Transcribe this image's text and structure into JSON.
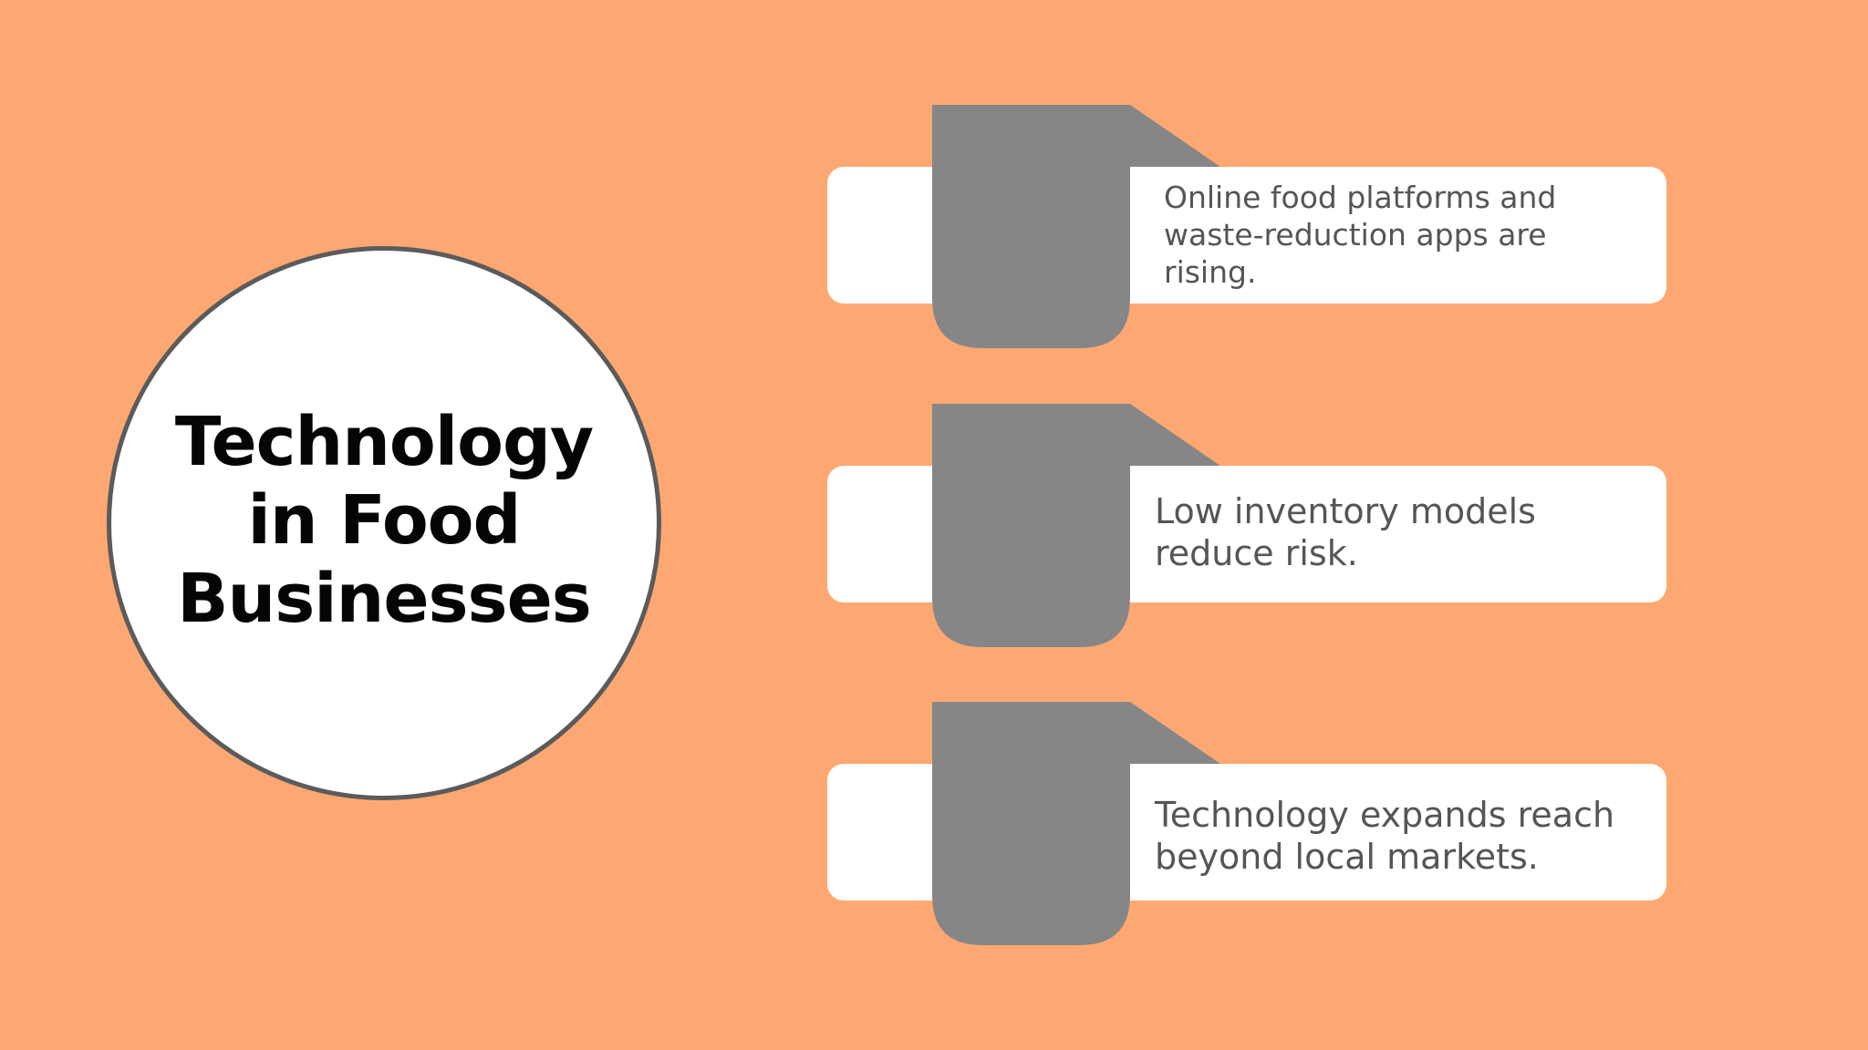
{
  "slide": {
    "background_color": "#fda872",
    "title": "Technology in Food Businesses",
    "title_lines": [
      "Technology",
      "in Food",
      "Businesses"
    ]
  },
  "colors": {
    "card": "#ffffff",
    "tab": "#868686",
    "text": "#555555",
    "title": "#050505",
    "circle_border": "#5b5b5b"
  },
  "items": [
    {
      "text": "Online food platforms and waste-reduction apps are rising.",
      "lines": [
        "Online food platforms and",
        "waste-reduction apps are",
        "rising."
      ]
    },
    {
      "text": "Low inventory models reduce risk.",
      "lines": [
        "Low inventory models",
        "reduce risk."
      ]
    },
    {
      "text": "Technology expands reach beyond local markets.",
      "lines": [
        "Technology expands reach",
        "beyond local markets."
      ]
    }
  ]
}
